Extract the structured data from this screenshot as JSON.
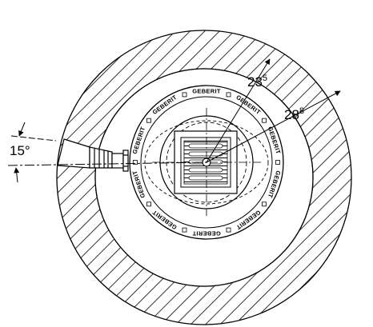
{
  "diagram": {
    "dimensions": {
      "angle": "15°",
      "inner_radius": {
        "value": "23",
        "superscript": "5"
      },
      "outer_radius": {
        "value": "28",
        "superscript": "8"
      }
    },
    "brand_marking": "GEBERIT",
    "colors": {
      "line": "#000000",
      "background": "#ffffff"
    }
  }
}
